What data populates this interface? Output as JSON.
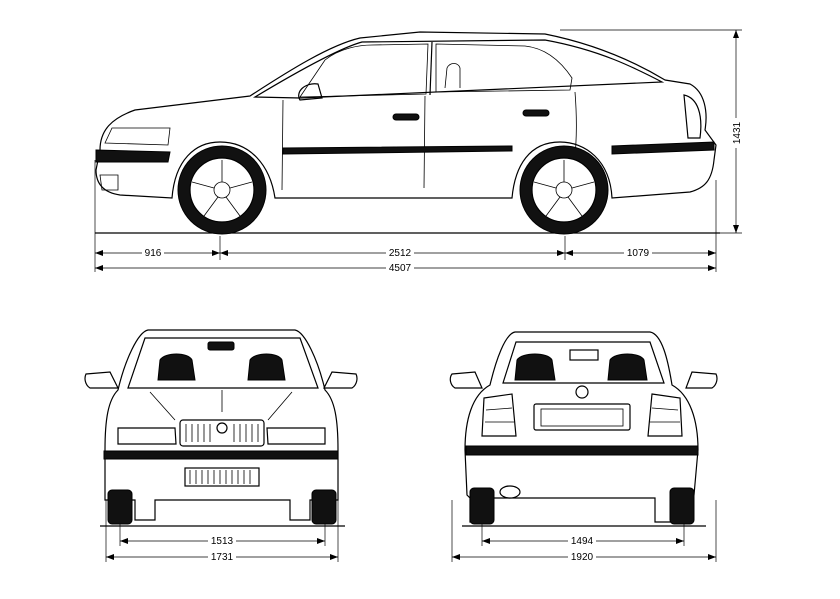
{
  "dimensions": {
    "front_overhang": "916",
    "wheelbase": "2512",
    "rear_overhang": "1079",
    "overall_length": "4507",
    "height": "1431",
    "front_track": "1513",
    "front_width": "1731",
    "rear_track": "1494",
    "rear_width": "1920"
  },
  "colors": {
    "line": "#000000",
    "background": "#ffffff",
    "trim": "#111111"
  }
}
